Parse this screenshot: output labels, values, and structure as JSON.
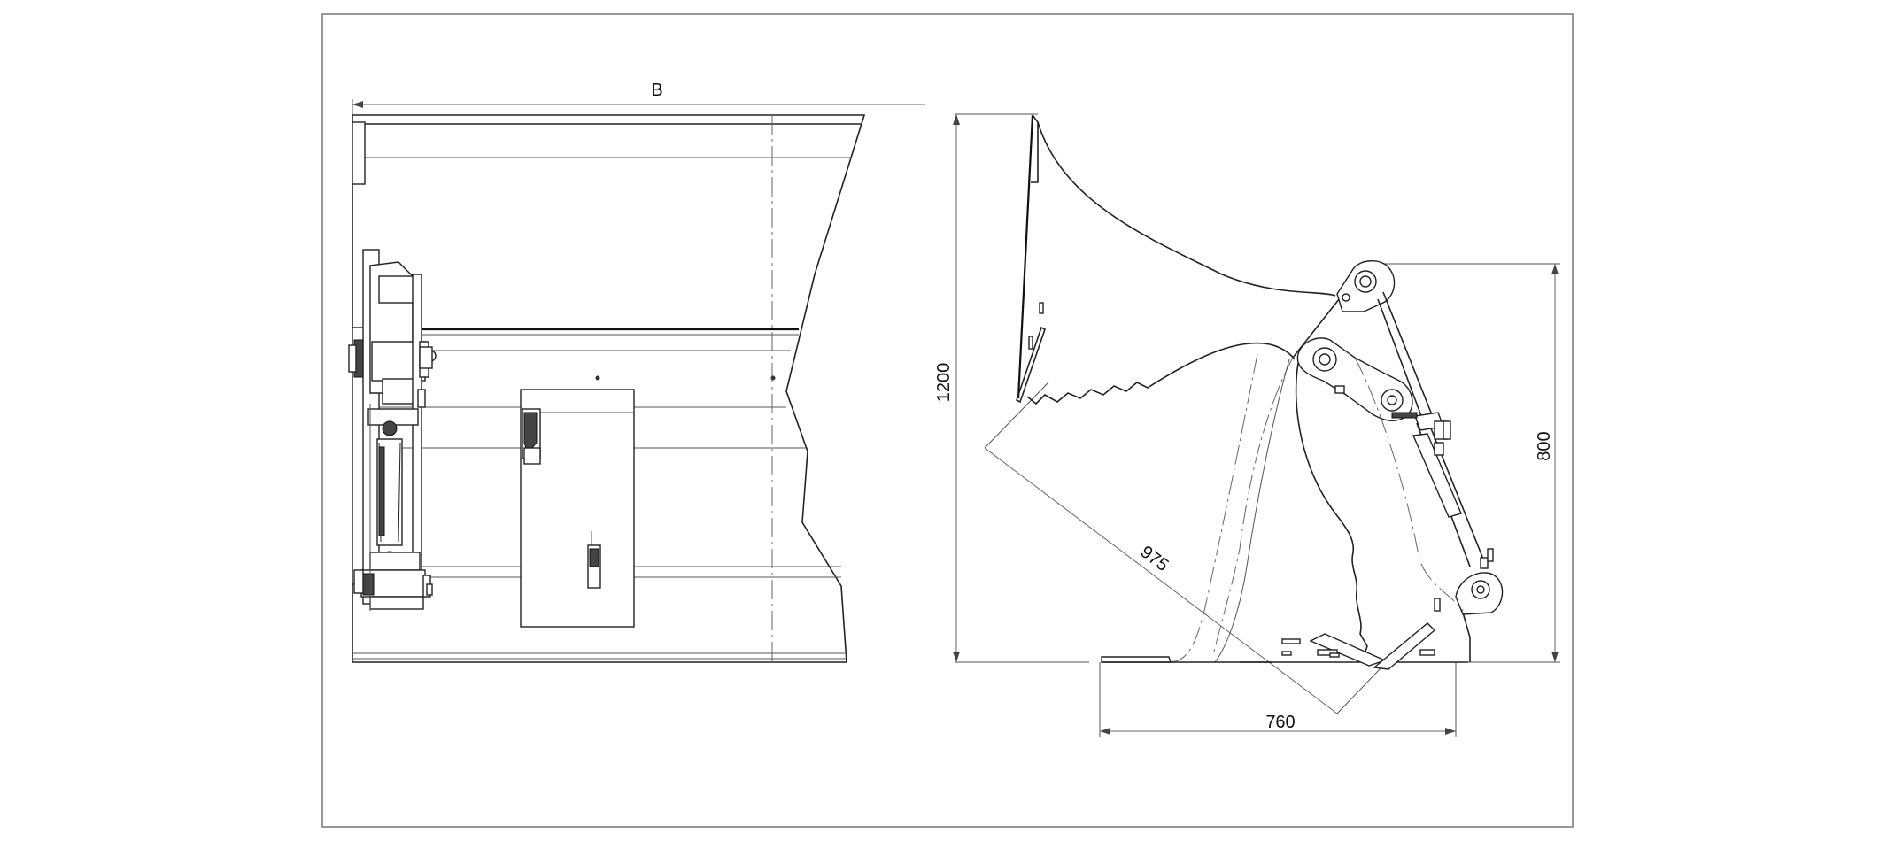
{
  "drawing": {
    "dimensions": {
      "width_label": "B",
      "height_label": "1200",
      "pin_height_label": "800",
      "depth_label": "760",
      "diagonal_label": "975"
    }
  }
}
